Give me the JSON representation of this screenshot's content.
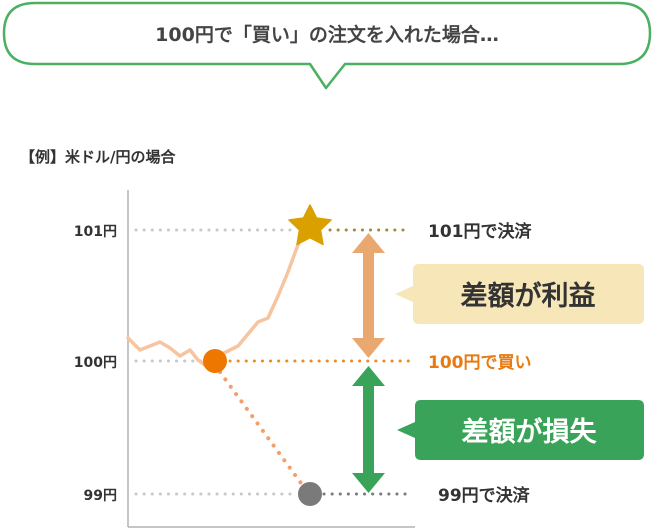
{
  "speech_bubble": {
    "text": "100円で「買い」の注文を入れた場合…",
    "border_color": "#4caf62"
  },
  "example_label": "【例】米ドル/円の場合",
  "axis": {
    "levels": [
      {
        "label": "101円",
        "value": 101
      },
      {
        "label": "100円",
        "value": 100
      },
      {
        "label": "99円",
        "value": 99
      }
    ]
  },
  "right_labels": {
    "settle_high": "101円で決済",
    "buy": "100円で買い",
    "settle_low": "99円で決済"
  },
  "callouts": {
    "profit": {
      "text": "差額が利益",
      "bg": "#f7e6b8",
      "text_color": "#333333",
      "arrow_color": "#e8a870"
    },
    "loss": {
      "text": "差額が損失",
      "bg": "#3aa35a",
      "text_color": "#ffffff",
      "arrow_color": "#3aa35a"
    }
  },
  "colors": {
    "price_line": "#f7c4a0",
    "buy_point": "#ee7700",
    "buy_text": "#e87a10",
    "star": "#d9a000",
    "low_point": "#7a7a7a",
    "dotted_gray": "#c8c8c8",
    "dotted_olive": "#a08a3a",
    "dotted_orange": "#ee8a22",
    "down_path": "#f0a070"
  },
  "markers": {
    "star": "star-icon",
    "buy": "circle-icon",
    "low": "circle-icon"
  }
}
